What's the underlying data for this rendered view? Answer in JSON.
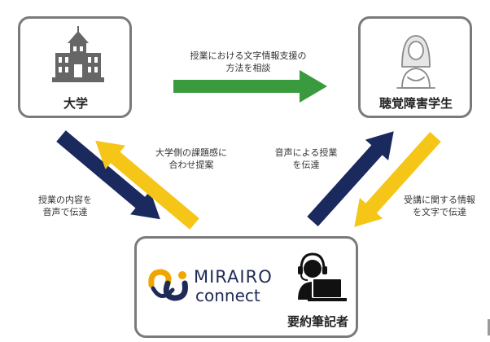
{
  "nodes": {
    "university": "大学",
    "student": "聴覚障害学生",
    "writer": "要約筆記者"
  },
  "brand": {
    "line1": "MIRAIRO",
    "line2": "connect"
  },
  "edges": {
    "university_to_student": "授業における文字情報支援の\n方法を相談",
    "university_to_connect": "授業の内容を\n音声で伝達",
    "connect_to_university": "大学側の課題感に\n合わせ提案",
    "connect_to_student": "音声による授業\nを伝達",
    "student_to_connect": "受講に関する情報\nを文字で伝達"
  },
  "colors": {
    "green": "#3a9a3e",
    "navy": "#1a2a5e",
    "yellow": "#f5c518",
    "box_border": "#7a7a7a",
    "brand_orange": "#f0a500",
    "brand_navy": "#1f2b57"
  },
  "icons": [
    "university-building-icon",
    "student-person-icon",
    "mirairo-logo-icon",
    "headset-writer-icon"
  ]
}
